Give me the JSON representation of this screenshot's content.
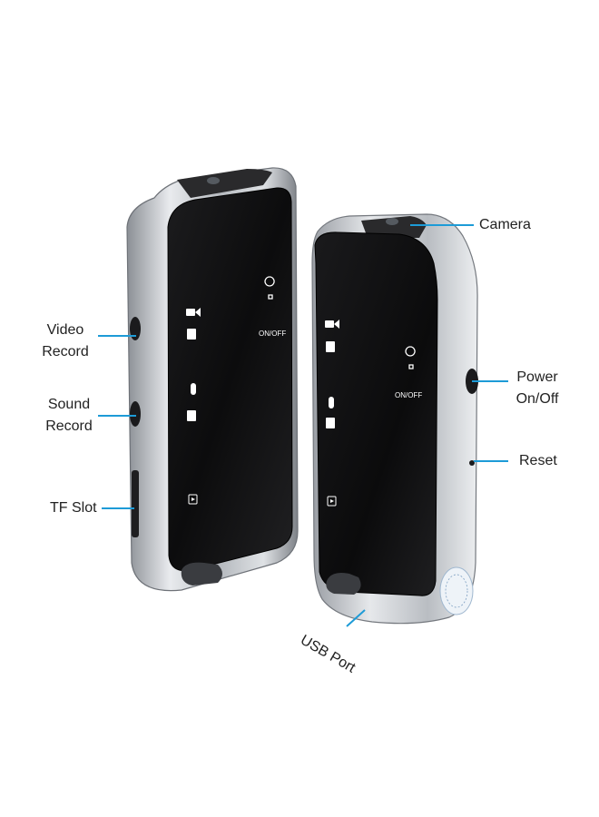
{
  "callouts": {
    "camera": "Camera",
    "video_record": "Video\nRecord",
    "sound_record": "Sound\nRecord",
    "tf_slot": "TF Slot",
    "power": "Power\nOn/Off",
    "reset": "Reset",
    "usb_port": "USB Port"
  },
  "device_text": {
    "on_off_label": "ON/OFF"
  },
  "colors": {
    "callout_line": "#1d9bd7",
    "body_silver": "#c9ccd0",
    "panel_black": "#111111"
  }
}
